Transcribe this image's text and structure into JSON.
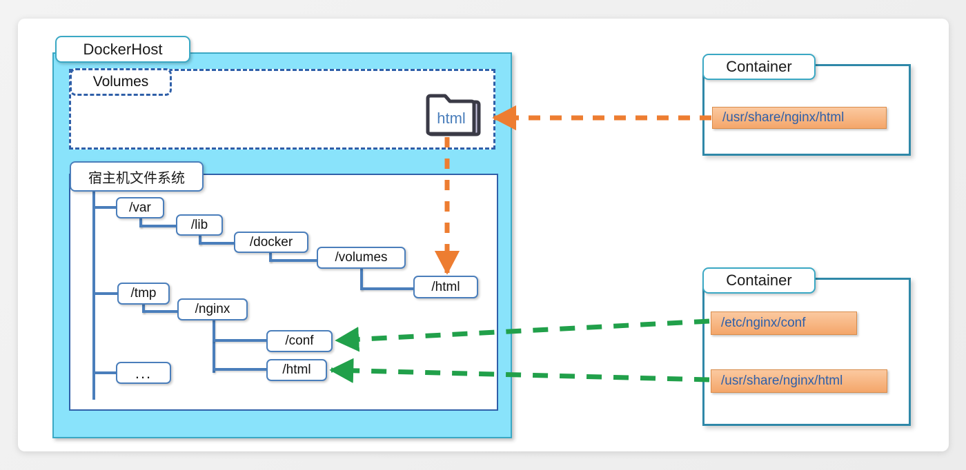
{
  "diagram": {
    "title_hidden": "Docker volume mapping diagram",
    "colors": {
      "host_fill": "#89e3fb",
      "host_border": "#3aa8c4",
      "tree_border": "#4a7ebb",
      "volumes_dashed": "#2f5fa8",
      "container_border": "#2f88a8",
      "chip_fill": "#f4a66a",
      "chip_text": "#2f5fa8",
      "orange_arrow": "#ed7d31",
      "green_arrow": "#21a04a"
    }
  },
  "docker_host": {
    "title": "DockerHost",
    "volumes": {
      "title": "Volumes",
      "folder": {
        "label": "html",
        "icon": "folder-icon"
      }
    },
    "host_filesystem": {
      "title": "宿主机文件系统",
      "nodes": [
        {
          "id": "var",
          "label": "/var"
        },
        {
          "id": "lib",
          "label": "/lib"
        },
        {
          "id": "docker",
          "label": "/docker"
        },
        {
          "id": "volumes",
          "label": "/volumes"
        },
        {
          "id": "vol_html",
          "label": "/html"
        },
        {
          "id": "tmp",
          "label": "/tmp"
        },
        {
          "id": "nginx",
          "label": "/nginx"
        },
        {
          "id": "conf",
          "label": "/conf"
        },
        {
          "id": "tmp_html",
          "label": "/html"
        },
        {
          "id": "ellipsis",
          "label": "..."
        }
      ]
    }
  },
  "containers": [
    {
      "id": "container-top",
      "title": "Container",
      "paths": [
        "/usr/share/nginx/html"
      ]
    },
    {
      "id": "container-bottom",
      "title": "Container",
      "paths": [
        "/etc/nginx/conf",
        "/usr/share/nginx/html"
      ]
    }
  ],
  "arrows": [
    {
      "id": "orange-horizontal",
      "style": "dashed",
      "color": "#ed7d31",
      "from": "container-top-path",
      "to": "volumes-folder-html"
    },
    {
      "id": "orange-vertical",
      "style": "dashed",
      "color": "#ed7d31",
      "from": "volumes-folder-html",
      "to": "vol_html"
    },
    {
      "id": "green-conf",
      "style": "dashed",
      "color": "#21a04a",
      "from": "container-bottom-path-conf",
      "to": "conf"
    },
    {
      "id": "green-html",
      "style": "dashed",
      "color": "#21a04a",
      "from": "container-bottom-path-html",
      "to": "tmp_html"
    }
  ]
}
